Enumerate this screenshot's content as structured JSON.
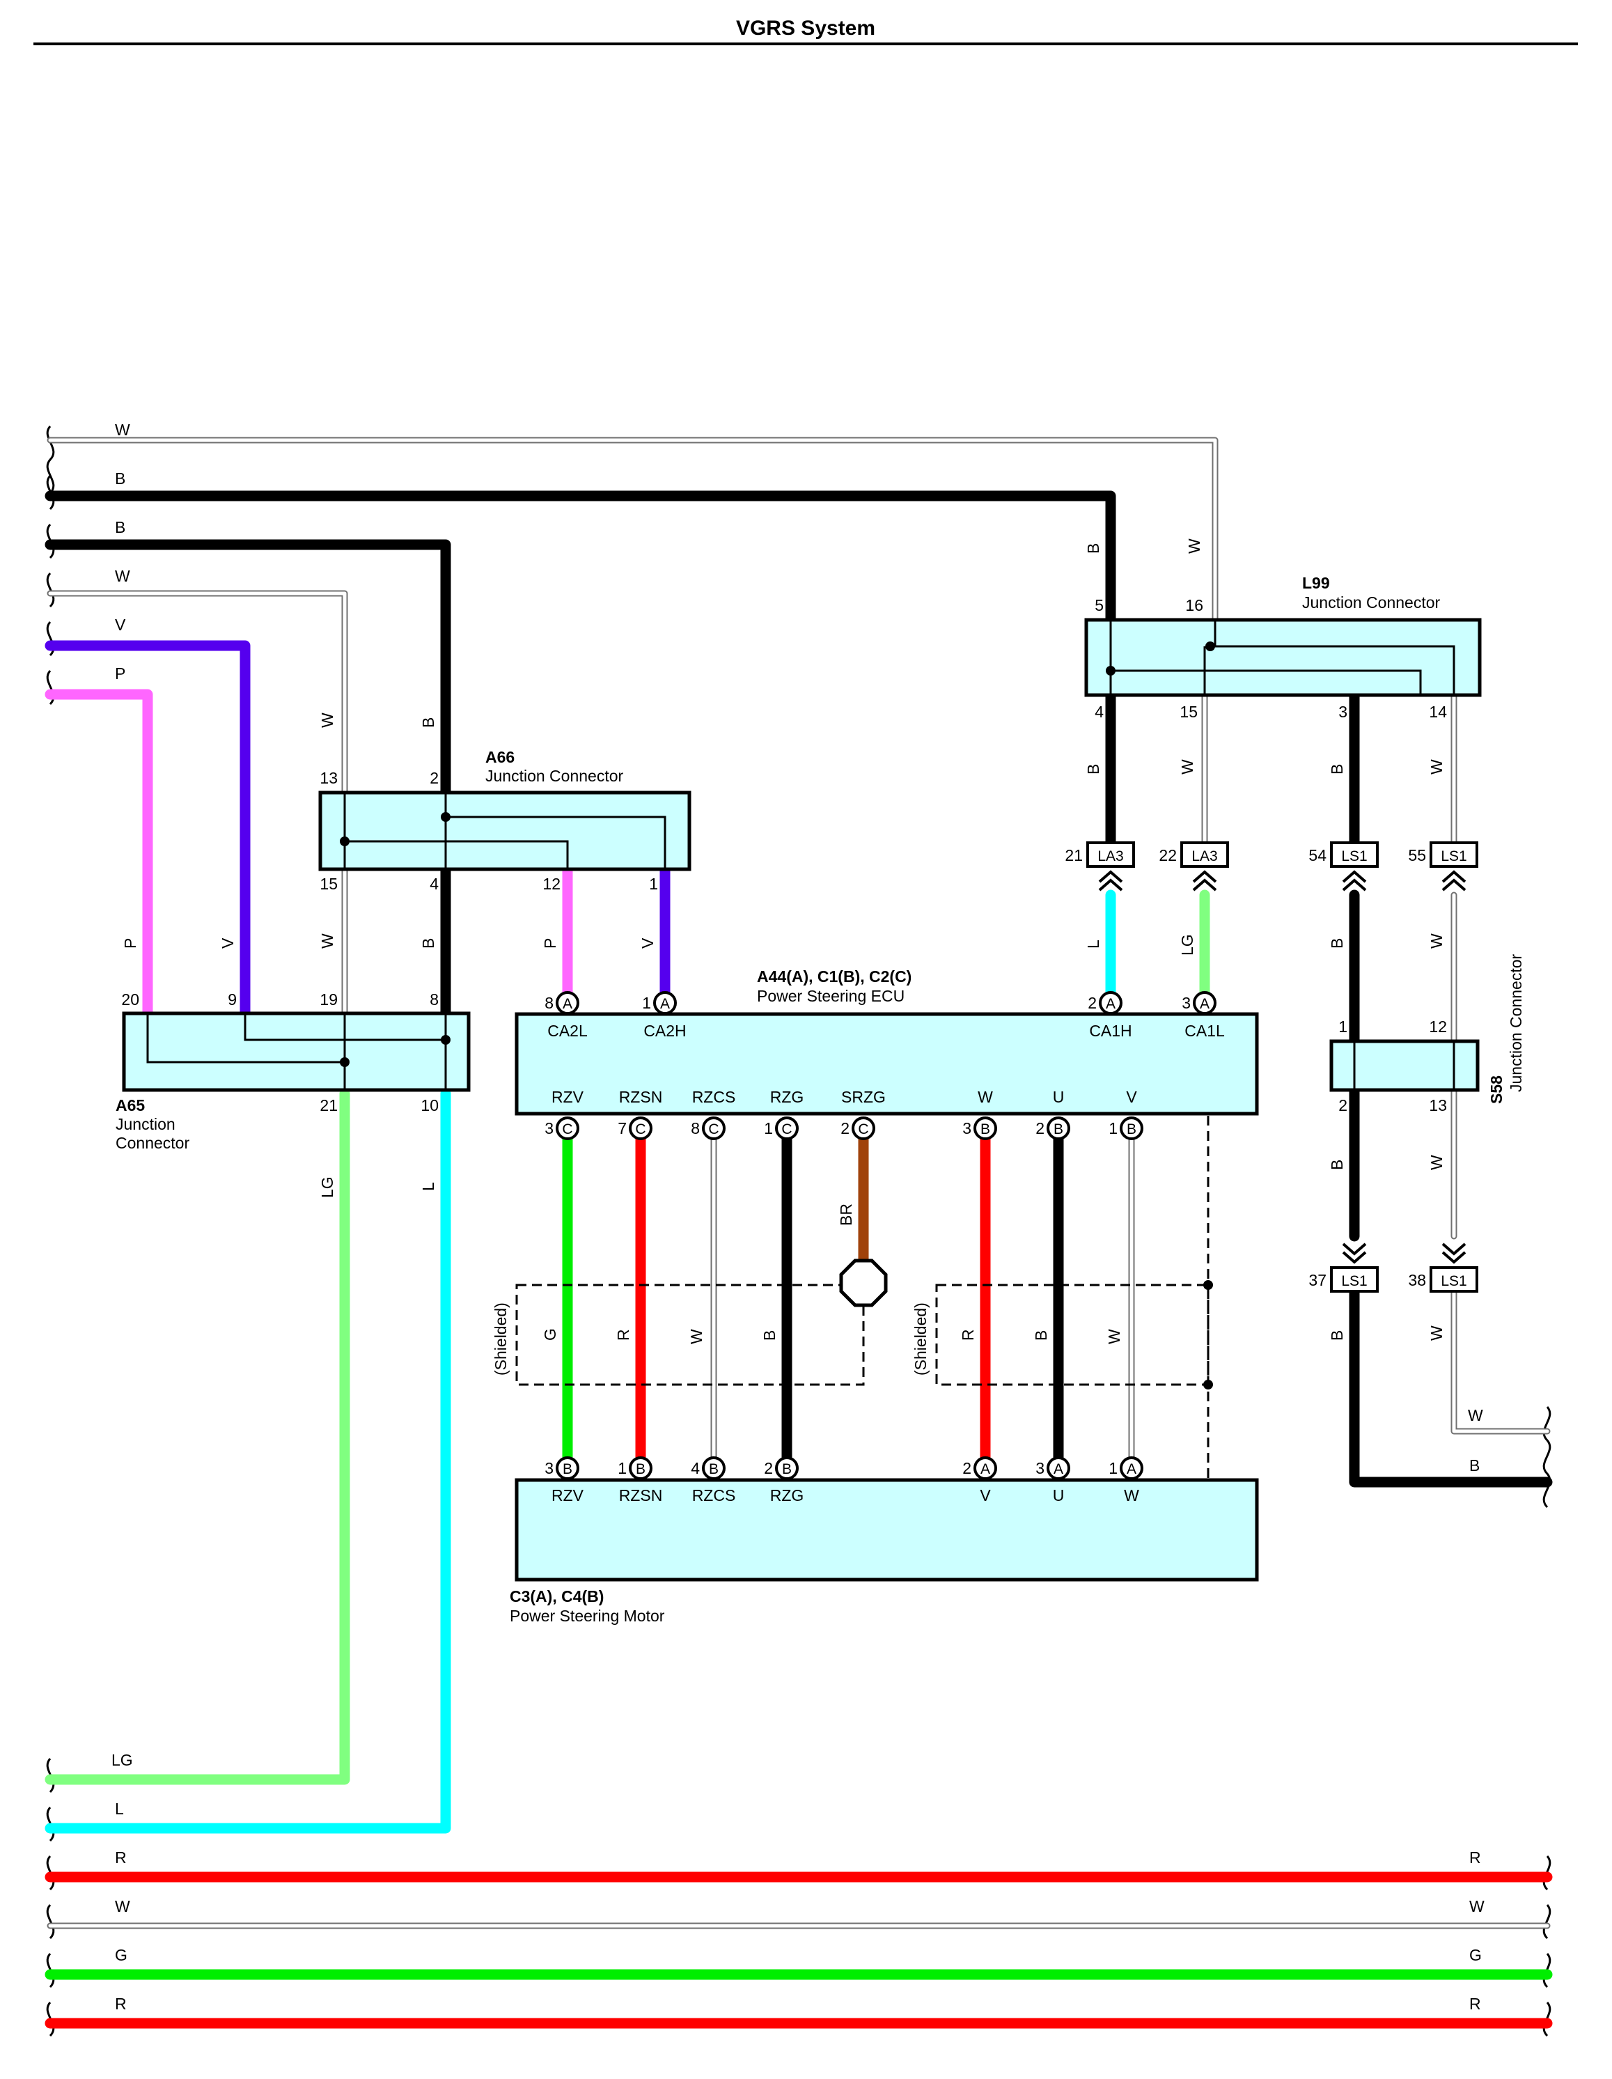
{
  "title": "VGRS System",
  "colors": {
    "W": "#b8b8b8",
    "B": "#000000",
    "V": "#5500ee",
    "P": "#ff66ff",
    "LG": "#80ff80",
    "L": "#00ffff",
    "R": "#ff0000",
    "G": "#00ee00",
    "BR": "#a0420a",
    "component_fill": "#ccffff"
  },
  "components": {
    "A65": {
      "code": "A65",
      "name_line1": "Junction",
      "name_line2": "Connector"
    },
    "A66": {
      "code": "A66",
      "name": "Junction Connector"
    },
    "L99": {
      "code": "L99",
      "name": "Junction Connector"
    },
    "S58": {
      "code": "S58",
      "name": "Junction Connector"
    },
    "ECU": {
      "code": "A44(A), C1(B), C2(C)",
      "name": "Power Steering ECU"
    },
    "MOTOR": {
      "code": "C3(A), C4(B)",
      "name": "Power Steering Motor"
    }
  },
  "terminals": {
    "ecu_top": [
      {
        "pin": "8",
        "conn": "A",
        "name": "CA2L"
      },
      {
        "pin": "1",
        "conn": "A",
        "name": "CA2H"
      },
      {
        "pin": "2",
        "conn": "A",
        "name": "CA1H"
      },
      {
        "pin": "3",
        "conn": "A",
        "name": "CA1L"
      }
    ],
    "ecu_bottom": [
      {
        "pin": "3",
        "conn": "C",
        "name": "RZV"
      },
      {
        "pin": "7",
        "conn": "C",
        "name": "RZSN"
      },
      {
        "pin": "8",
        "conn": "C",
        "name": "RZCS"
      },
      {
        "pin": "1",
        "conn": "C",
        "name": "RZG"
      },
      {
        "pin": "2",
        "conn": "C",
        "name": "SRZG"
      },
      {
        "pin": "3",
        "conn": "B",
        "name": "W"
      },
      {
        "pin": "2",
        "conn": "B",
        "name": "U"
      },
      {
        "pin": "1",
        "conn": "B",
        "name": "V"
      }
    ],
    "motor_top": [
      {
        "pin": "3",
        "conn": "B",
        "name": "RZV"
      },
      {
        "pin": "1",
        "conn": "B",
        "name": "RZSN"
      },
      {
        "pin": "4",
        "conn": "B",
        "name": "RZCS"
      },
      {
        "pin": "2",
        "conn": "B",
        "name": "RZG"
      },
      {
        "pin": "2",
        "conn": "A",
        "name": "V"
      },
      {
        "pin": "3",
        "conn": "A",
        "name": "U"
      },
      {
        "pin": "1",
        "conn": "A",
        "name": "W"
      }
    ]
  },
  "inline_connectors": [
    {
      "pin": "21",
      "code": "LA3"
    },
    {
      "pin": "22",
      "code": "LA3"
    },
    {
      "pin": "54",
      "code": "LS1"
    },
    {
      "pin": "55",
      "code": "LS1"
    },
    {
      "pin": "37",
      "code": "LS1"
    },
    {
      "pin": "38",
      "code": "LS1"
    }
  ],
  "shield_label": "(Shielded)",
  "wire_labels": {
    "left_W1": "W",
    "left_B1": "B",
    "left_B2": "B",
    "left_W2": "W",
    "left_V": "V",
    "left_P": "P",
    "bottom_LG": "LG",
    "bottom_L": "L",
    "bus_R1": "R",
    "bus_W": "W",
    "bus_G": "G",
    "bus_R2": "R",
    "right_W": "W",
    "right_B": "B",
    "br": "BR",
    "g": "G",
    "r1": "R",
    "w1": "W",
    "b1": "B",
    "r2": "R",
    "b2": "B",
    "w2": "W"
  },
  "pins": {
    "a65": {
      "p20": "20",
      "p9": "9",
      "p19": "19",
      "p8": "8",
      "p21": "21",
      "p10": "10"
    },
    "a66": {
      "p13": "13",
      "p2": "2",
      "p15": "15",
      "p4": "4",
      "p12": "12",
      "p1": "1"
    },
    "l99": {
      "p5": "5",
      "p16": "16",
      "p4": "4",
      "p15": "15",
      "p3": "3",
      "p14": "14"
    },
    "s58": {
      "p1": "1",
      "p12": "12",
      "p2": "2",
      "p13": "13"
    }
  }
}
